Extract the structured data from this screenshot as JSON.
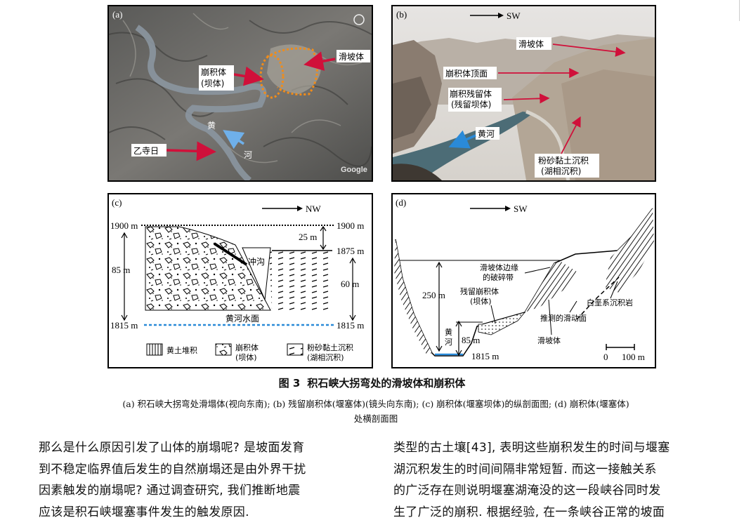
{
  "panels": {
    "a": {
      "label": "(a)",
      "huangtu_lbl": "崩积体",
      "huangtu_lbl2": "(坝体)",
      "slide_lbl": "滑坡体",
      "village_lbl": "乙寺日",
      "river1": "黄",
      "river2": "河",
      "google": "Google"
    },
    "b": {
      "label": "(b)",
      "dir": "SW",
      "slide_lbl": "滑坡体",
      "top_lbl": "崩积体顶面",
      "remnant_lbl1": "崩积残留体",
      "remnant_lbl2": "(残留坝体)",
      "river_lbl": "黄河",
      "lake_lbl1": "粉砂黏土沉积",
      "lake_lbl2": "(湖相沉积)"
    },
    "c": {
      "label": "(c)",
      "dir": "NW",
      "elev_1900_l": "1900 m",
      "elev_1900_r": "1900 m",
      "elev_1875": "1875 m",
      "elev_1815_l": "1815 m",
      "elev_1815_r": "1815 m",
      "h25": "25 m",
      "h85": "85 m",
      "h60": "60 m",
      "gully": "冲沟",
      "water": "黄河水面",
      "legend1": "黄土堆积",
      "legend2a": "崩积体",
      "legend2b": "(坝体)",
      "legend3a": "粉砂黏土沉积",
      "legend3b": "(湖相沉积)"
    },
    "d": {
      "label": "(d)",
      "dir": "SW",
      "h250": "250 m",
      "h85": "85 m",
      "elev_1815": "1815 m",
      "fracture1": "滑坡体边缘",
      "fracture2": "的破碎带",
      "remnant1": "残留崩积体",
      "remnant2": "(坝体)",
      "river1": "黄",
      "river2": "河",
      "cret": "白垩系沉积岩",
      "slip": "推测的滑动面",
      "slide": "滑坡体",
      "scale0": "0",
      "scale100": "100 m"
    }
  },
  "figure": {
    "number": "图 3",
    "title": "积石峡大拐弯处的滑坡体和崩积体",
    "caption_line1": "(a) 积石峡大拐弯处滑塌体(视向东南); (b) 残留崩积体(堰塞体)(镜头向东南); (c) 崩积体(堰塞坝体)的纵剖面图; (d) 崩积体(堰塞体)",
    "caption_line2": "处横剖面图"
  },
  "body": {
    "left": [
      "那么是什么原因引发了山体的崩塌呢? 是坡面发育",
      "到不稳定临界值后发生的自然崩塌还是由外界干扰",
      "因素触发的崩塌呢? 通过调查研究, 我们推断地震",
      "应该是积石峡堰塞事件发生的触发原因."
    ],
    "right": [
      "类型的古土壤[43], 表明这些崩积发生的时间与堰塞",
      "湖沉积发生的时间间隔非常短暂. 而这一接触关系",
      "的广泛存在则说明堰塞湖淹没的这一段峡谷同时发",
      "生了广泛的崩积. 根据经验, 在一条峡谷正常的坡面"
    ]
  },
  "colors": {
    "arrow_red": "#d0103a",
    "arrow_blue": "#2a8ad8",
    "dam_orange": "#f08c1a",
    "water_blue": "#2a8ad8"
  }
}
